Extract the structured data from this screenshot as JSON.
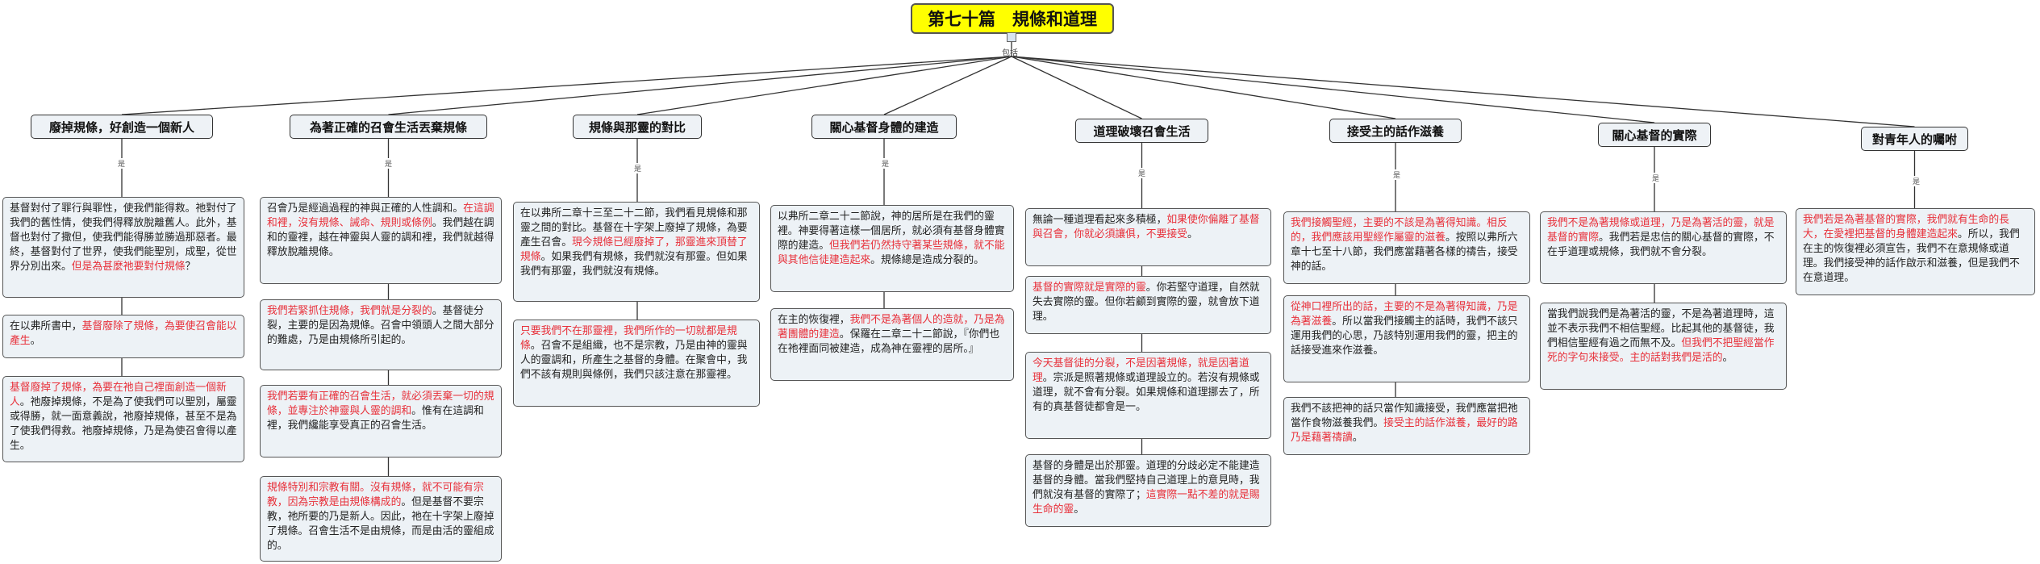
{
  "root": {
    "title": "第七十篇　規條和道理",
    "relation": "包括"
  },
  "colors": {
    "root_fill": "#ffff00",
    "box_fill": "#edf2f6",
    "highlight": "#e8303a"
  },
  "branches": [
    {
      "label": "廢掉規條，好創造一個新人",
      "relation": "是",
      "notes": [
        {
          "segments": [
            {
              "t": "基督對付了罪行與罪性，使我們能得救。祂對付了我們的舊性情，使我們得釋放脫離舊人。此外，基督也對付了撒但，使我們能得勝並勝過那惡者。最終，基督對付了世界，使我們能聖別，成聖，從世界分別出來。"
            },
            {
              "t": "但是為甚麼祂要對付規條",
              "r": true
            },
            {
              "t": "？"
            }
          ]
        },
        {
          "segments": [
            {
              "t": "在以弗所書中，"
            },
            {
              "t": "基督廢除了規條，為要使召會能以產生",
              "r": true
            },
            {
              "t": "。"
            }
          ]
        },
        {
          "segments": [
            {
              "t": "基督廢掉了規條，為要在祂自己裡面創造一個新人",
              "r": true
            },
            {
              "t": "。祂廢掉規條，不是為了使我們可以聖別，屬靈或得勝，就一面意義說，祂廢掉規條，甚至不是為了使我們得救。祂廢掉規條，乃是為使召會得以產生。"
            }
          ]
        }
      ]
    },
    {
      "label": "為著正確的召會生活丟棄規條",
      "relation": "是",
      "notes": [
        {
          "segments": [
            {
              "t": "召會乃是經過過程的神與正確的人性調和。"
            },
            {
              "t": "在這調和裡，沒有規條、誡命、規則或條例",
              "r": true
            },
            {
              "t": "。我們越在調和的靈裡，越在神靈與人靈的調和裡，我們就越得釋放脫離規條。"
            }
          ]
        },
        {
          "segments": [
            {
              "t": "我們若緊抓住規條，我們就是分裂的",
              "r": true
            },
            {
              "t": "。基督徒分裂，主要的是因為規條。召會中領頭人之間大部分的難處，乃是由規條所引起的。"
            }
          ]
        },
        {
          "segments": [
            {
              "t": "我們若要有正確的召會生活，就必須丟棄一切的規條，並專注於神靈與人靈的調和",
              "r": true
            },
            {
              "t": "。惟有在這調和裡，我們纔能享受真正的召會生活。"
            }
          ]
        },
        {
          "segments": [
            {
              "t": "規條特別和宗教有關。沒有規條，就不可能有宗教，因為宗教是由規條構成的",
              "r": true
            },
            {
              "t": "。但是基督不要宗教，祂所要的乃是新人。因此，祂在十字架上廢掉了規條。召會生活不是由規條，而是由活的靈組成的。"
            }
          ]
        }
      ]
    },
    {
      "label": "規條與那靈的對比",
      "relation": "是",
      "notes": [
        {
          "segments": [
            {
              "t": "在以弗所二章十三至二十二節，我們看見規條和那靈之間的對比。基督在十字架上廢掉了規條，為要產生召會。"
            },
            {
              "t": "現今規條已經廢掉了，那靈進來頂替了規條",
              "r": true
            },
            {
              "t": "。如果我們有規條，我們就沒有那靈。但如果我們有那靈，我們就沒有規條。"
            }
          ]
        },
        {
          "segments": [
            {
              "t": "只要我們不在那靈裡，我們所作的一切就都是規條",
              "r": true
            },
            {
              "t": "。召會不是組織，也不是宗教，乃是由神的靈與人的靈調和，所產生之基督的身體。在聚會中，我們不該有規則與條例，我們只該注意在那靈裡。"
            }
          ]
        }
      ]
    },
    {
      "label": "關心基督身體的建造",
      "relation": "是",
      "notes": [
        {
          "segments": [
            {
              "t": "以弗所二章二十二節說，神的居所是在我們的靈裡。神要得著這樣一個居所，就必須有基督身體實際的建造。"
            },
            {
              "t": "但我們若仍然持守著某些規條，就不能與其他信徒建造起來",
              "r": true
            },
            {
              "t": "。規條總是造成分裂的。"
            }
          ]
        },
        {
          "segments": [
            {
              "t": "在主的恢復裡，"
            },
            {
              "t": "我們不是為著個人的造就，乃是為著團體的建造",
              "r": true
            },
            {
              "t": "。保羅在二章二十二節說，『你們也在祂裡面同被建造，成為神在靈裡的居所。』"
            }
          ]
        }
      ]
    },
    {
      "label": "道理破壞召會生活",
      "relation": "是",
      "notes": [
        {
          "segments": [
            {
              "t": "無論一種道理看起來多積極，"
            },
            {
              "t": "如果使你偏離了基督與召會，你就必須讓俱，不要接受",
              "r": true
            },
            {
              "t": "。"
            }
          ]
        },
        {
          "segments": [
            {
              "t": "基督的實際就是實際的靈",
              "r": true
            },
            {
              "t": "。你若堅守道理，自然就失去實際的靈。但你若顧到實際的靈，就會放下道理。"
            }
          ]
        },
        {
          "segments": [
            {
              "t": "今天基督徒的分裂，不是因著規條，就是因著道理",
              "r": true
            },
            {
              "t": "。宗派是照著規條或道理設立的。若沒有規條或道理，就不會有分裂。如果規條和道理挪去了，所有的真基督徒都會是一。"
            }
          ]
        },
        {
          "segments": [
            {
              "t": "基督的身體是出於那靈。道理的分歧必定不能建造基督的身體。當我們堅持自己道理上的意見時，我們就沒有基督的實際了；"
            },
            {
              "t": "這實際一點不差的就是賜生命的靈",
              "r": true
            },
            {
              "t": "。"
            }
          ]
        }
      ]
    },
    {
      "label": "接受主的話作滋養",
      "relation": "是",
      "notes": [
        {
          "segments": [
            {
              "t": "我們接觸聖經，主要的不該是為著得知識。相反的，我們應該用聖經作屬靈的滋養",
              "r": true
            },
            {
              "t": "。按照以弗所六章十七至十八節，我們應當藉著各樣的禱告，接受神的話。"
            }
          ]
        },
        {
          "segments": [
            {
              "t": "從神口裡所出的話，主要的不是為著得知識，乃是為著滋養",
              "r": true
            },
            {
              "t": "。所以當我們接觸主的話時，我們不該只運用我們的心思，乃該特別運用我們的靈，把主的話接受進來作滋養。"
            }
          ]
        },
        {
          "segments": [
            {
              "t": "我們不該把神的話只當作知識接受，我們應當把祂當作食物滋養我們。"
            },
            {
              "t": "接受主的話作滋養，最好的路乃是藉著禱讀",
              "r": true
            },
            {
              "t": "。"
            }
          ]
        }
      ]
    },
    {
      "label": "關心基督的實際",
      "relation": "是",
      "notes": [
        {
          "segments": [
            {
              "t": "我們不是為著規條或道理，乃是為著活的靈，就是基督的實際",
              "r": true
            },
            {
              "t": "。我們若是忠信的關心基督的實際，不在乎道理或規條，我們就不會分裂。"
            }
          ]
        },
        {
          "segments": [
            {
              "t": "當我們說我們是為著活的靈，不是為著道理時，這並不表示我們不相信聖經。比起其他的基督徒，我們相信聖經有過之而無不及。"
            },
            {
              "t": "但我們不把聖經當作死的字句來接受。主的話對我們是活的",
              "r": true
            },
            {
              "t": "。"
            }
          ]
        }
      ]
    },
    {
      "label": "對青年人的囑咐",
      "relation": "是",
      "notes": [
        {
          "segments": [
            {
              "t": "我們若是為著基督的實際，我們就有生命的長大，在愛裡把基督的身體建造起來",
              "r": true
            },
            {
              "t": "。所以，我們在主的恢復裡必須宣告，我們不在意規條或道理。我們接受神的話作啟示和滋養，但是我們不在意道理。"
            }
          ]
        }
      ]
    }
  ]
}
